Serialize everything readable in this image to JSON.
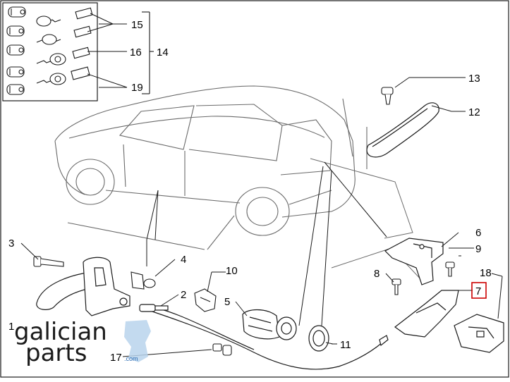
{
  "callouts": {
    "c1": "1",
    "c2": "2",
    "c3": "3",
    "c4": "4",
    "c5": "5",
    "c6": "6",
    "c7": "7",
    "c8": "8",
    "c9": "9",
    "c10": "10",
    "c11": "11",
    "c12": "12",
    "c13": "13",
    "c14": "14",
    "c15": "15",
    "c16": "16",
    "c17": "17",
    "c18": "18",
    "c19": "19"
  },
  "highlighted_callout": "7",
  "colors": {
    "line": "#1a1a1a",
    "highlight": "#cc0000",
    "logo_accent": "#2a6bb3",
    "logo_map": "#b9d3ec"
  },
  "logo": {
    "line1": "galician",
    "line2": "parts",
    "domain": ".com"
  }
}
